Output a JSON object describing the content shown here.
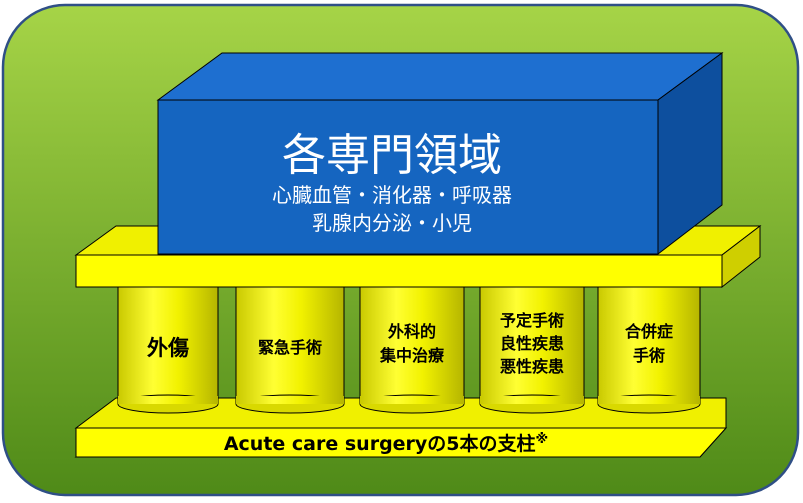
{
  "specialties": {
    "title": "各専門領域",
    "line1": "心臓血管・消化器・呼吸器",
    "line2": "乳腺内分泌・小児"
  },
  "pillars": [
    {
      "lines": [
        "外傷"
      ]
    },
    {
      "lines": [
        "緊急手術"
      ]
    },
    {
      "lines": [
        "外科的",
        "集中治療"
      ]
    },
    {
      "lines": [
        "予定手術",
        "良性疾患",
        "悪性疾患"
      ]
    },
    {
      "lines": [
        "合併症",
        "手術"
      ]
    }
  ],
  "base": {
    "label": "Acute care surgeryの5本の支柱",
    "note_mark": "※"
  },
  "colors": {
    "background_light": "#a6d447",
    "background_dark": "#4f8a18",
    "frame_border": "#2f4f86",
    "block_blue": "#1565c0",
    "block_top": "#1e6fd0",
    "block_side": "#0d4f9e",
    "yellow": "#ffff00",
    "yellow_dark": "#cfcf00"
  }
}
